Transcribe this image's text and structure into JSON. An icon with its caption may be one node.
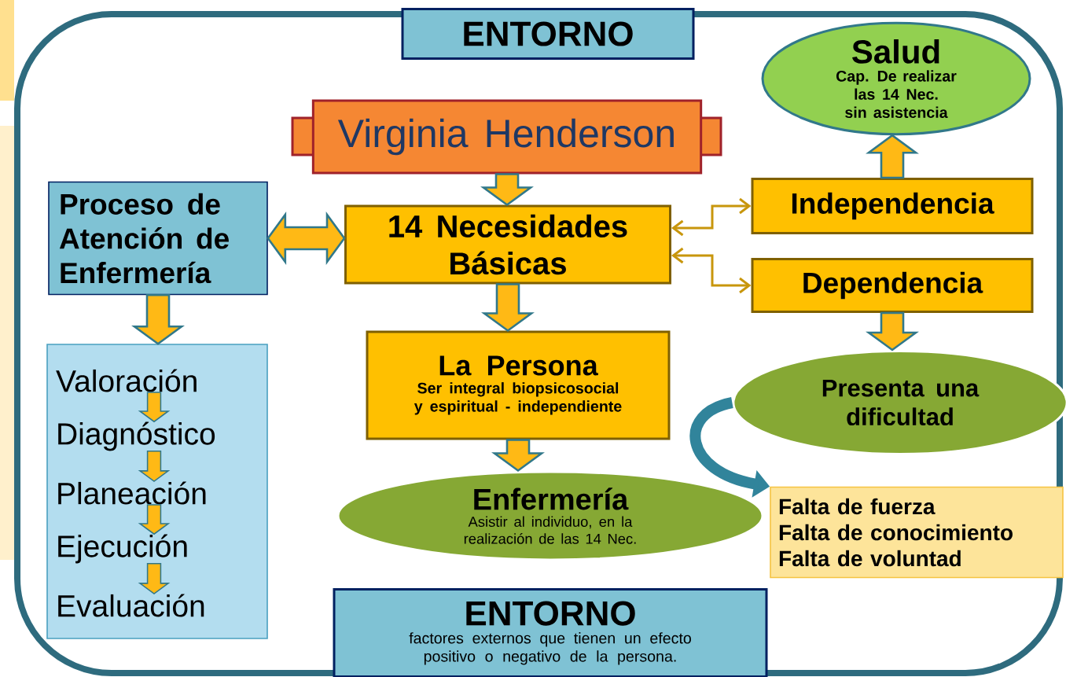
{
  "diagram": {
    "nodes": [
      {
        "text": [
          "ENTORNO"
        ]
      },
      {
        "text": [
          "Salud",
          "Cap. De realizar las 14 Nec. sin asistencia"
        ]
      },
      {
        "text": [
          "Virginia Henderson"
        ]
      },
      {
        "text": [
          "Proceso de Atención de Enfermería"
        ]
      },
      {
        "text": [
          "14 Necesidades Básicas"
        ]
      },
      {
        "text": [
          "Independencia"
        ]
      },
      {
        "text": [
          "Dependencia"
        ]
      },
      {
        "text": [],
        "shape": "box"
      },
      {
        "text": [
          "Valoración"
        ],
        "in": 7
      },
      {
        "text": [
          "Diagnóstico"
        ],
        "in": 7
      },
      {
        "text": [
          "Planeación"
        ],
        "in": 7
      },
      {
        "text": [
          "Ejecución"
        ],
        "in": 7
      },
      {
        "text": [
          "Evaluación"
        ],
        "in": 7
      },
      {
        "text": [
          "La Persona",
          "Ser integral biopsicosocial y espiritual - independiente"
        ]
      },
      {
        "text": [
          "Presenta una dificultad"
        ]
      },
      {
        "text": [
          "Enfermería",
          "Asistir al individuo, en la realización de las 14 Nec."
        ]
      },
      {
        "text": [
          "Falta de fuerza",
          "Falta de conocimiento",
          "Falta de voluntad"
        ]
      },
      {
        "text": [
          "ENTORNO",
          "factores externos que tienen un efecto positivo o negativo de la persona."
        ]
      }
    ],
    "edges": [
      {
        "from": 2,
        "to": 4,
        "arrow": "to"
      },
      {
        "from": 3,
        "to": 4,
        "arrow": "both"
      },
      {
        "from": 4,
        "to": 5,
        "arrow": "both",
        "color": "#c8960c"
      },
      {
        "from": 4,
        "to": 6,
        "arrow": "both",
        "color": "#c8960c"
      },
      {
        "from": 5,
        "to": 1,
        "arrow": "to"
      },
      {
        "from": 3,
        "to": 7,
        "arrow": "to"
      },
      {
        "from": 4,
        "to": 13,
        "arrow": "to"
      },
      {
        "from": 6,
        "to": 14,
        "arrow": "to"
      },
      {
        "from": 8,
        "to": 9,
        "arrow": "to"
      },
      {
        "from": 9,
        "to": 10,
        "arrow": "to"
      },
      {
        "from": 10,
        "to": 11,
        "arrow": "to"
      },
      {
        "from": 11,
        "to": 12,
        "arrow": "to"
      },
      {
        "from": 13,
        "to": 15,
        "arrow": "to"
      },
      {
        "from": 14,
        "to": 16,
        "arrow": "to",
        "style": "thick",
        "color": "#31849b"
      }
    ]
  }
}
